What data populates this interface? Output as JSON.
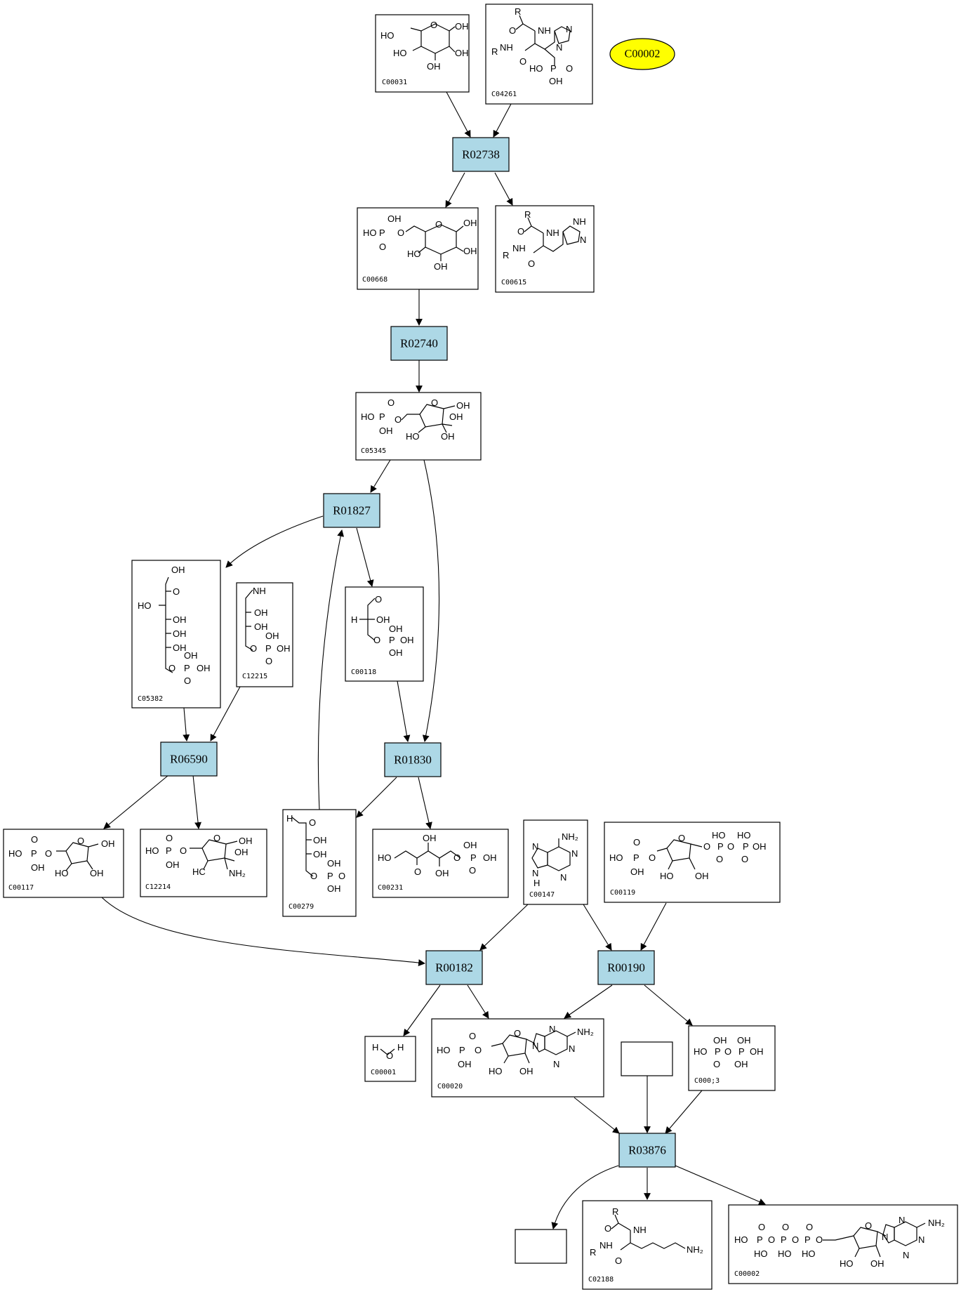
{
  "colors": {
    "reaction_fill": "#add8e6",
    "highlight_fill": "#ffff00",
    "stroke": "#000000"
  },
  "highlight": {
    "label": "C00002"
  },
  "reactions": [
    "R02738",
    "R02740",
    "R01827",
    "R01830",
    "R06590",
    "R00182",
    "R00190",
    "R03876"
  ],
  "compounds": {
    "C00031": "C00031",
    "C04261": "C04261",
    "C00668": "C00668",
    "C00615": "C00615",
    "C05345": "C05345",
    "C05382": "C05382",
    "C12215": "C12215",
    "C00118": "C00118",
    "C00117": "C00117",
    "C12214": "C12214",
    "C00279": "C00279",
    "C00231": "C00231",
    "C00147": "C00147",
    "C00119": "C00119",
    "C00001": "C00001",
    "C00020": "C00020",
    "C00013": "C000;3",
    "C02188": "C02188",
    "C00002": "C00002"
  },
  "atoms": {
    "HO": "HO",
    "OH": "OH",
    "O": "O",
    "N": "N",
    "NH": "NH",
    "H": "H",
    "R": "R",
    "P": "P",
    "NH2": "NH₂",
    "HC": "HC"
  }
}
